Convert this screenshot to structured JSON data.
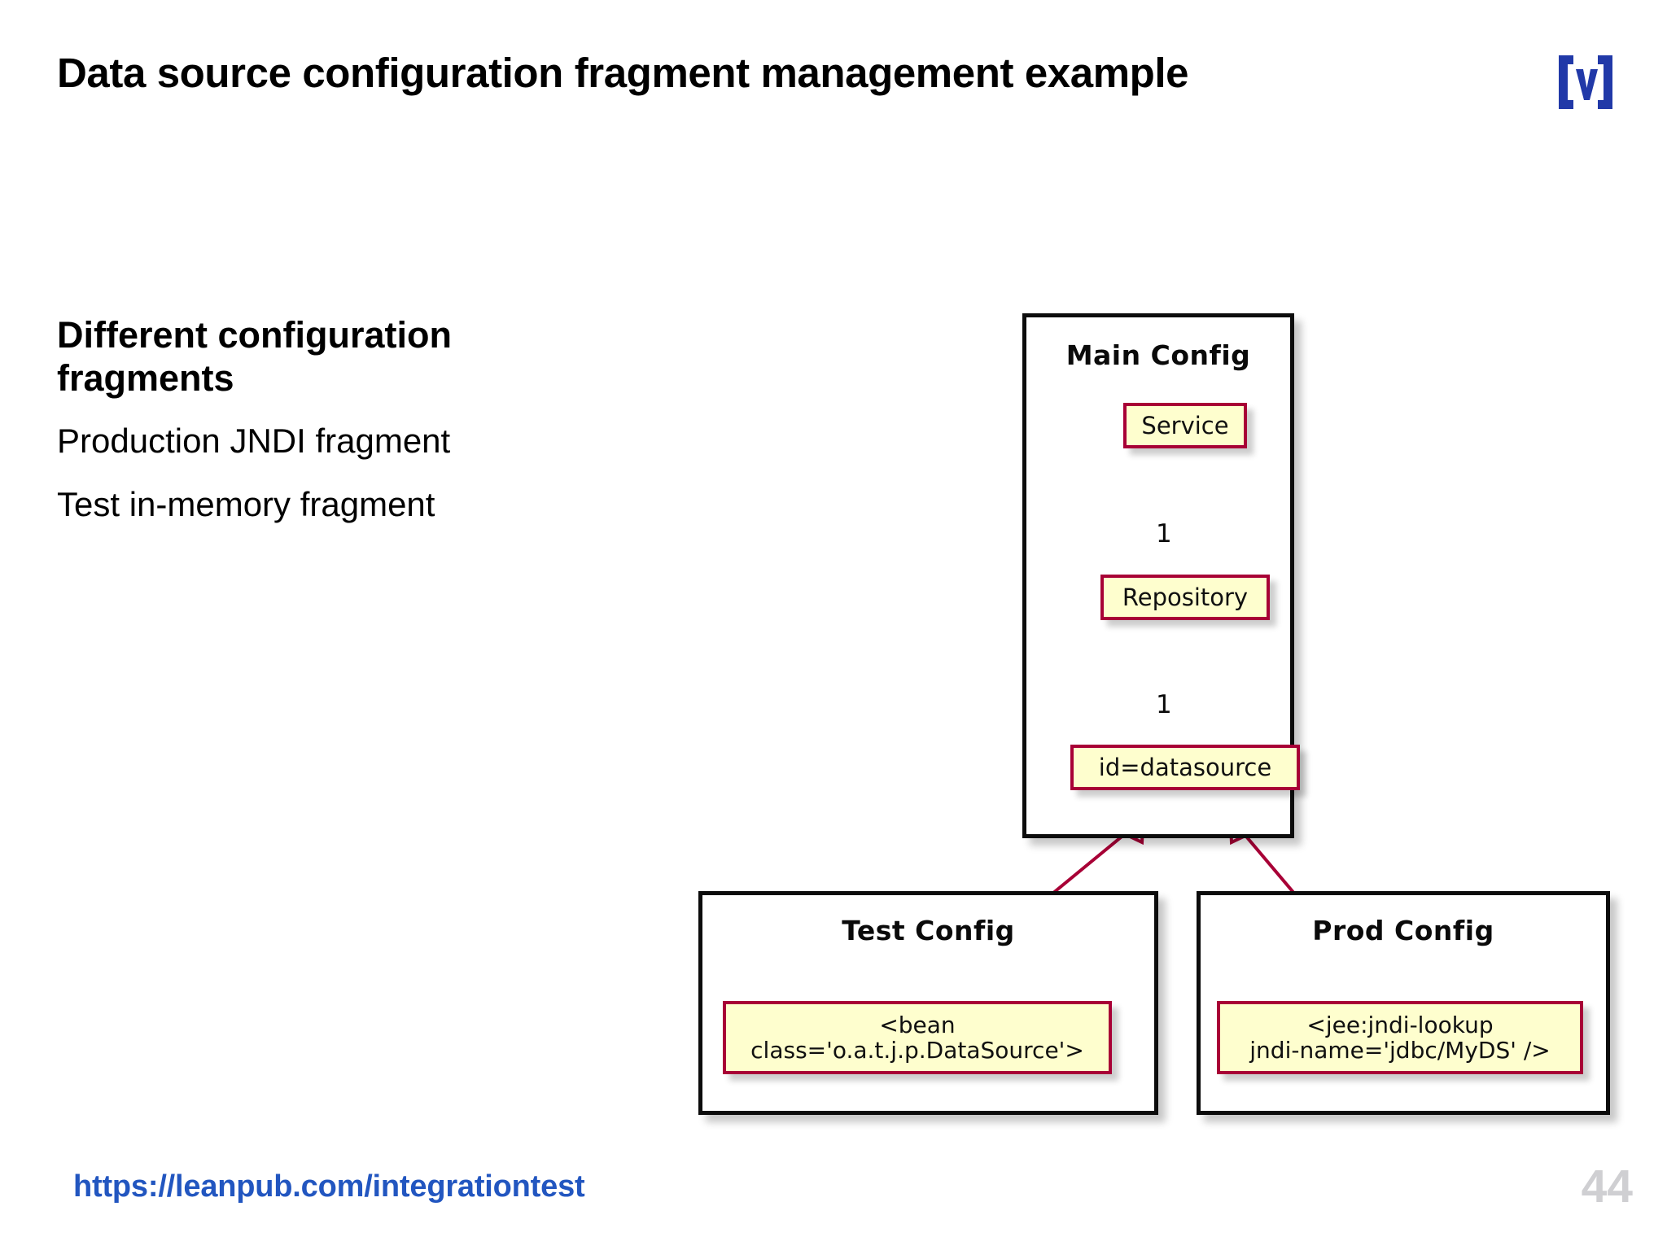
{
  "slide": {
    "title": "Data source configuration fragment management example",
    "page_number": "44",
    "footer_url": "https://leanpub.com/integrationtest",
    "brand_logo": "v-in-parens-logo",
    "accent_color": "#a80036",
    "node_fill_color": "#fefece",
    "link_color": "#2256c0",
    "page_number_color": "#cfcfd2"
  },
  "left_column": {
    "lead": "Different configuration fragments",
    "items": [
      {
        "label": "Production JNDI fragment"
      },
      {
        "label": "Test in-memory fragment"
      }
    ]
  },
  "diagram": {
    "type": "uml-component-diagram",
    "packages": [
      {
        "id": "main",
        "title": "Main Config"
      },
      {
        "id": "test",
        "title": "Test Config"
      },
      {
        "id": "prod",
        "title": "Prod Config"
      }
    ],
    "nodes": [
      {
        "id": "service",
        "label": "Service",
        "package": "main"
      },
      {
        "id": "repository",
        "label": "Repository",
        "package": "main"
      },
      {
        "id": "datasource",
        "label": "id=datasource",
        "package": "main"
      },
      {
        "id": "bean",
        "label": "<bean\nclass='o.a.t.j.p.DataSource'>",
        "package": "test"
      },
      {
        "id": "jndi",
        "label": "<jee:jndi-lookup\njndi-name='jdbc/MyDS' />",
        "package": "prod"
      }
    ],
    "edges": [
      {
        "from": "service",
        "to": "repository",
        "label": "1",
        "arrow": "filled"
      },
      {
        "from": "repository",
        "to": "datasource",
        "label": "1",
        "arrow": "filled"
      },
      {
        "from": "bean",
        "to": "datasource",
        "label": "",
        "arrow": "hollow-triangle"
      },
      {
        "from": "jndi",
        "to": "datasource",
        "label": "",
        "arrow": "hollow-triangle"
      }
    ],
    "multiplicity_labels": [
      "1",
      "1"
    ]
  }
}
